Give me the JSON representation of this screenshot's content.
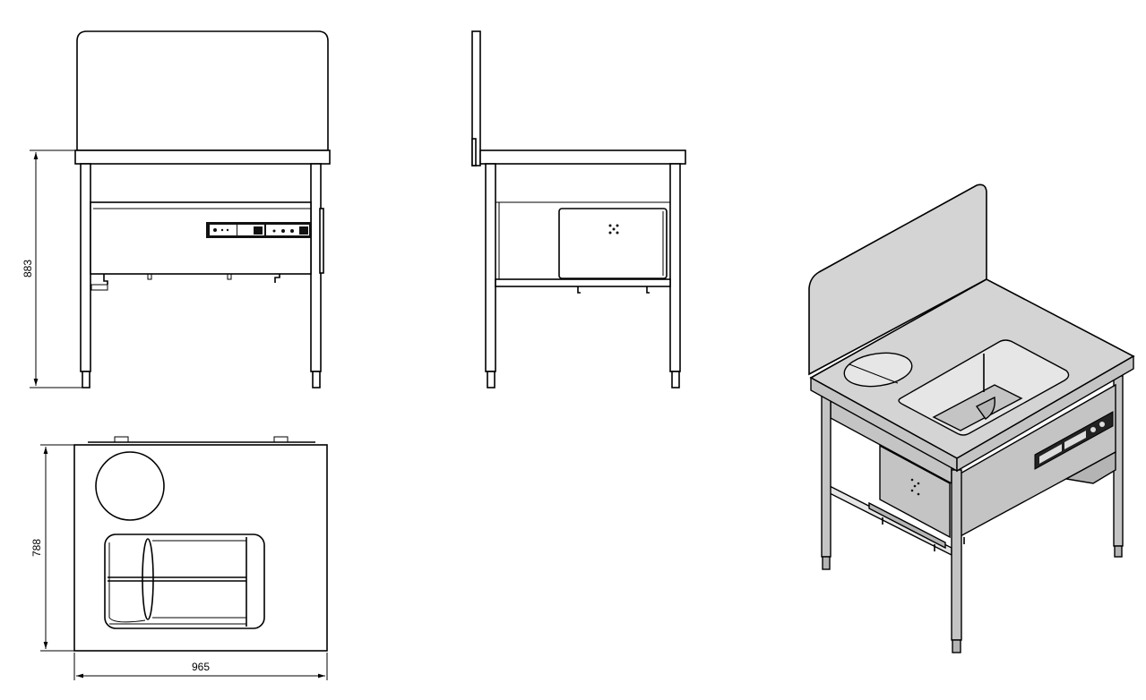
{
  "drawing": {
    "dimensions": {
      "height": "883",
      "depth": "788",
      "width": "965"
    },
    "views": [
      "front",
      "side",
      "top",
      "isometric"
    ],
    "colors": {
      "line": "#000000",
      "surface": "#d4d4d4",
      "background": "#ffffff"
    }
  }
}
